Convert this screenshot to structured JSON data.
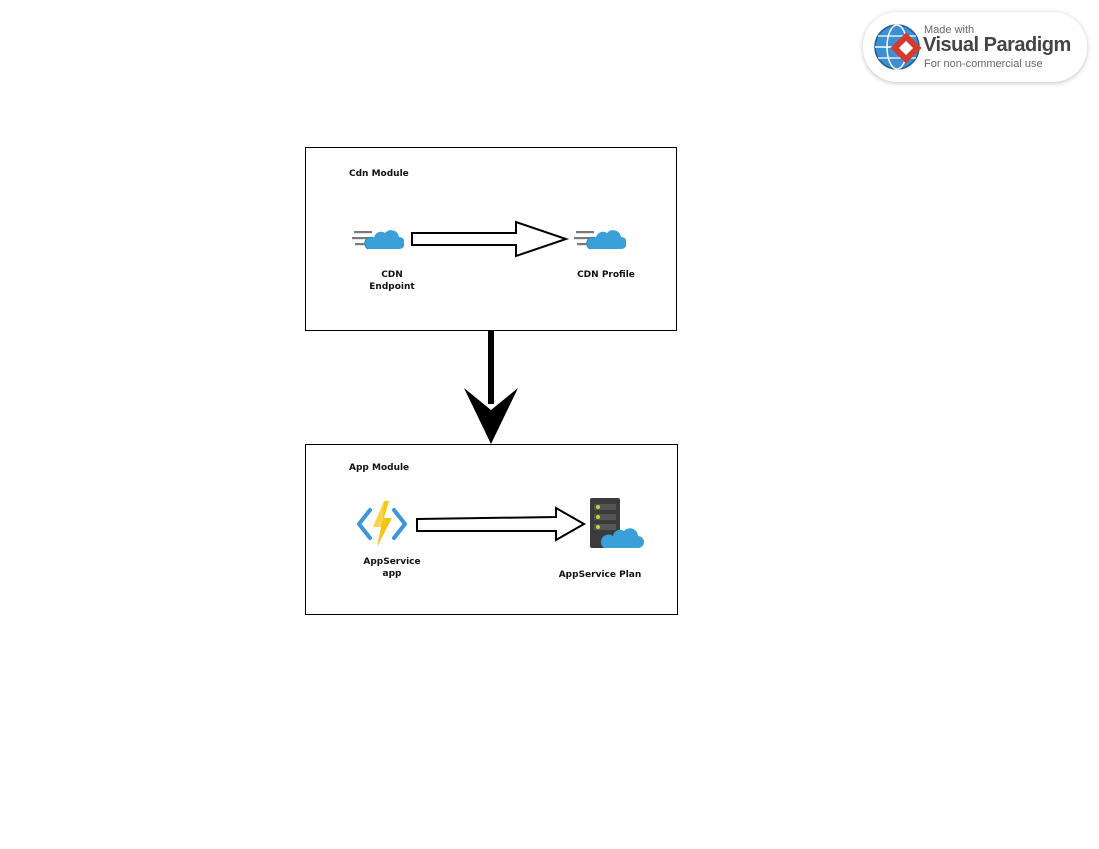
{
  "badge": {
    "line1": "Made with",
    "brand": "Visual Paradigm",
    "line3": "For non-commercial use"
  },
  "modules": {
    "cdn": {
      "title": "Cdn Module",
      "endpoint": {
        "line1": "CDN",
        "line2": "Endpoint"
      },
      "profile": {
        "label": "CDN Profile"
      }
    },
    "app": {
      "title": "App Module",
      "app": {
        "line1": "AppService",
        "line2": "app"
      },
      "plan": {
        "label": "AppService Plan"
      }
    }
  },
  "colors": {
    "cloud": "#3aa0d8",
    "cloud_dark": "#2b86c2",
    "speed_lines": "#7a7a7a",
    "bolt": "#f5c518",
    "bracket": "#3a96dd",
    "server": "#3b3b3b",
    "led": "#b6d93a",
    "badge_red": "#d43a2f",
    "badge_globe": "#3c8fd0"
  },
  "icons": {
    "cdn_endpoint": "cdn-cloud-icon",
    "cdn_profile": "cdn-cloud-icon",
    "appservice_app": "function-app-icon",
    "appservice_plan": "server-cloud-icon"
  }
}
